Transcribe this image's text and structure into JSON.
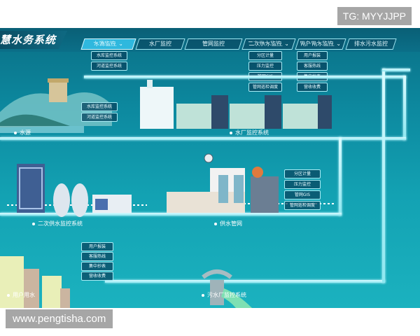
{
  "watermark_top": "TG: MYYJJPP",
  "watermark_bottom": "www.pengtisha.com",
  "app_title": "慧水务系统",
  "nav": [
    {
      "label": "水源监控",
      "chevron": true,
      "active": true
    },
    {
      "label": "水厂监控",
      "chevron": false,
      "active": false
    },
    {
      "label": "管网监控",
      "chevron": false,
      "active": false
    },
    {
      "label": "二次供水监控",
      "chevron": true,
      "active": false
    },
    {
      "label": "用户用水监控",
      "chevron": true,
      "active": false
    },
    {
      "label": "排水污水监控",
      "chevron": false,
      "active": false
    }
  ],
  "dropdowns": {
    "source": [
      "水库监控系统",
      "河道监控系统"
    ],
    "secondary": [
      "分区计量",
      "压力监控",
      "管网GIS",
      "管网巡检调度"
    ],
    "user": [
      "用户报装",
      "客服热线",
      "集中抄表",
      "营收收费"
    ]
  },
  "source_buttons": [
    "水库监控系统",
    "河道监控系统"
  ],
  "network_buttons": [
    "分区计量",
    "压力监控",
    "管网GIS",
    "管网巡检调度"
  ],
  "user_buttons": [
    "用户报装",
    "客服热线",
    "集中抄表",
    "营收收费"
  ],
  "nodes": {
    "source": "水源",
    "plant": "水厂监控系统",
    "secondary": "二次供水监控系统",
    "network": "供水管网",
    "user": "用户用水",
    "sewage": "污水厂监控系统"
  },
  "colors": {
    "accent": "#2fb8de",
    "pipe": "#bff6ff",
    "panel": "#0b6f88"
  }
}
